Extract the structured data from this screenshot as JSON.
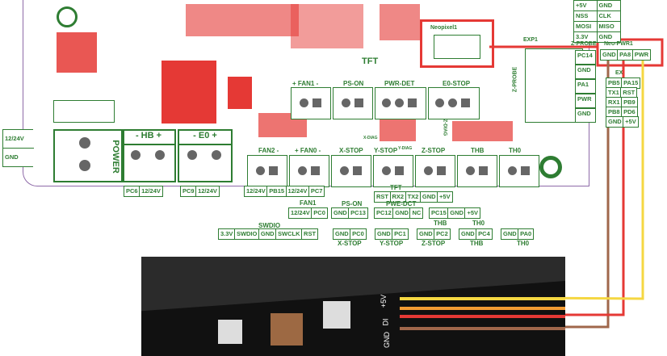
{
  "left_power": {
    "top": "12/24V",
    "bottom": "GND"
  },
  "terminals": {
    "power": "POWER",
    "hb": "- HB +",
    "e0": "- E0 +"
  },
  "board_labels": [
    "TFT",
    "+ FAN1 -",
    "PS-ON",
    "PWR-DET",
    "E0-STOP",
    "FAN2 -",
    "+ FAN0 -",
    "X-STOP",
    "Y-STOP",
    "Z-STOP",
    "THB",
    "TH0",
    "Z-PROBE",
    "Neopixel1",
    "EXP1",
    "X-DIAG",
    "Y-DIAG",
    "Z-DIAG"
  ],
  "hb_pins": [
    "PC6",
    "12/24V"
  ],
  "e0_pins": [
    "PC9",
    "12/24V"
  ],
  "fan2_pins": [
    "12/24V",
    "PB15"
  ],
  "fan0_pins": [
    "12/24V",
    "PC7"
  ],
  "fan1": {
    "title": "FAN1",
    "pins": [
      "12/24V",
      "PC0"
    ]
  },
  "pson": {
    "title": "PS-ON",
    "pins": [
      "GND",
      "PC13"
    ]
  },
  "tft": {
    "title": "TFT",
    "pins": [
      "RST",
      "RX2",
      "TX2",
      "GND",
      "+5V"
    ]
  },
  "pwrdet": {
    "title": "PWE-DCT",
    "pins": [
      "PC12",
      "GND",
      "NC"
    ]
  },
  "e0stop": {
    "pins": [
      "PC15",
      "GND",
      "+5V"
    ]
  },
  "swdio": {
    "title": "SWDIO",
    "pins": [
      "3.3V",
      "SWDIO",
      "GND",
      "SWCLK",
      "RST"
    ]
  },
  "xstop": {
    "title": "X-STOP",
    "pins": [
      "GND",
      "PC0"
    ]
  },
  "ystop": {
    "title": "Y-STOP",
    "pins": [
      "GND",
      "PC1"
    ]
  },
  "zstop": {
    "title": "Z-STOP",
    "pins": [
      "GND",
      "PC2"
    ]
  },
  "thb": {
    "title": "THB",
    "pins": [
      "GND",
      "PC4"
    ]
  },
  "th0": {
    "title": "TH0",
    "pins": [
      "GND",
      "PA0"
    ]
  },
  "spi_pins": [
    [
      "+5V",
      "GND"
    ],
    [
      "NSS",
      "CLK"
    ],
    [
      "MOSI",
      "MISO"
    ],
    [
      "3.3V",
      "GND"
    ]
  ],
  "zprobe_pins": [
    "PC14",
    "GND",
    "PA1",
    "PWR",
    "GND"
  ],
  "neo_pwr": {
    "title": "Neo-PWR1",
    "pins": [
      "GND",
      "PA8",
      "PWR"
    ]
  },
  "exp": {
    "title": "EX",
    "pins": [
      [
        "PB5",
        "PA15"
      ],
      [
        "TX1",
        "RST"
      ],
      [
        "RX1",
        "PB9"
      ],
      [
        "PB8",
        "PD6"
      ],
      [
        "GND",
        "+5V"
      ]
    ]
  },
  "strip_labels": [
    "+5V",
    "DI",
    "GND"
  ],
  "colors": {
    "green": "#2e7d32",
    "red": "#e53935",
    "yellow": "#f5d742",
    "brown": "#a0674b",
    "orange": "#f39c33"
  }
}
